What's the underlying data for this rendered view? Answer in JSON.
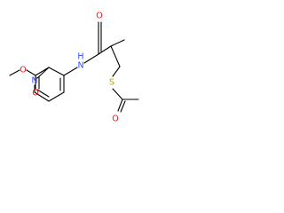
{
  "molecule": {
    "atoms": [
      {
        "id": "o_ester_dbl",
        "label": "O",
        "color": "#ff0d0d"
      },
      {
        "id": "o_ester_single",
        "label": "O",
        "color": "#ff0d0d"
      },
      {
        "id": "n_amide",
        "label": "N",
        "color": "#3050f8"
      },
      {
        "id": "h_amide",
        "label": "H",
        "color": "#3050f8"
      },
      {
        "id": "o_amide",
        "label": "O",
        "color": "#ff0d0d"
      },
      {
        "id": "n_pyridine",
        "label": "N",
        "color": "#3050f8"
      },
      {
        "id": "s_thioester",
        "label": "S",
        "color": "#b8a500"
      },
      {
        "id": "o_thioester",
        "label": "O",
        "color": "#ff0d0d"
      }
    ]
  }
}
